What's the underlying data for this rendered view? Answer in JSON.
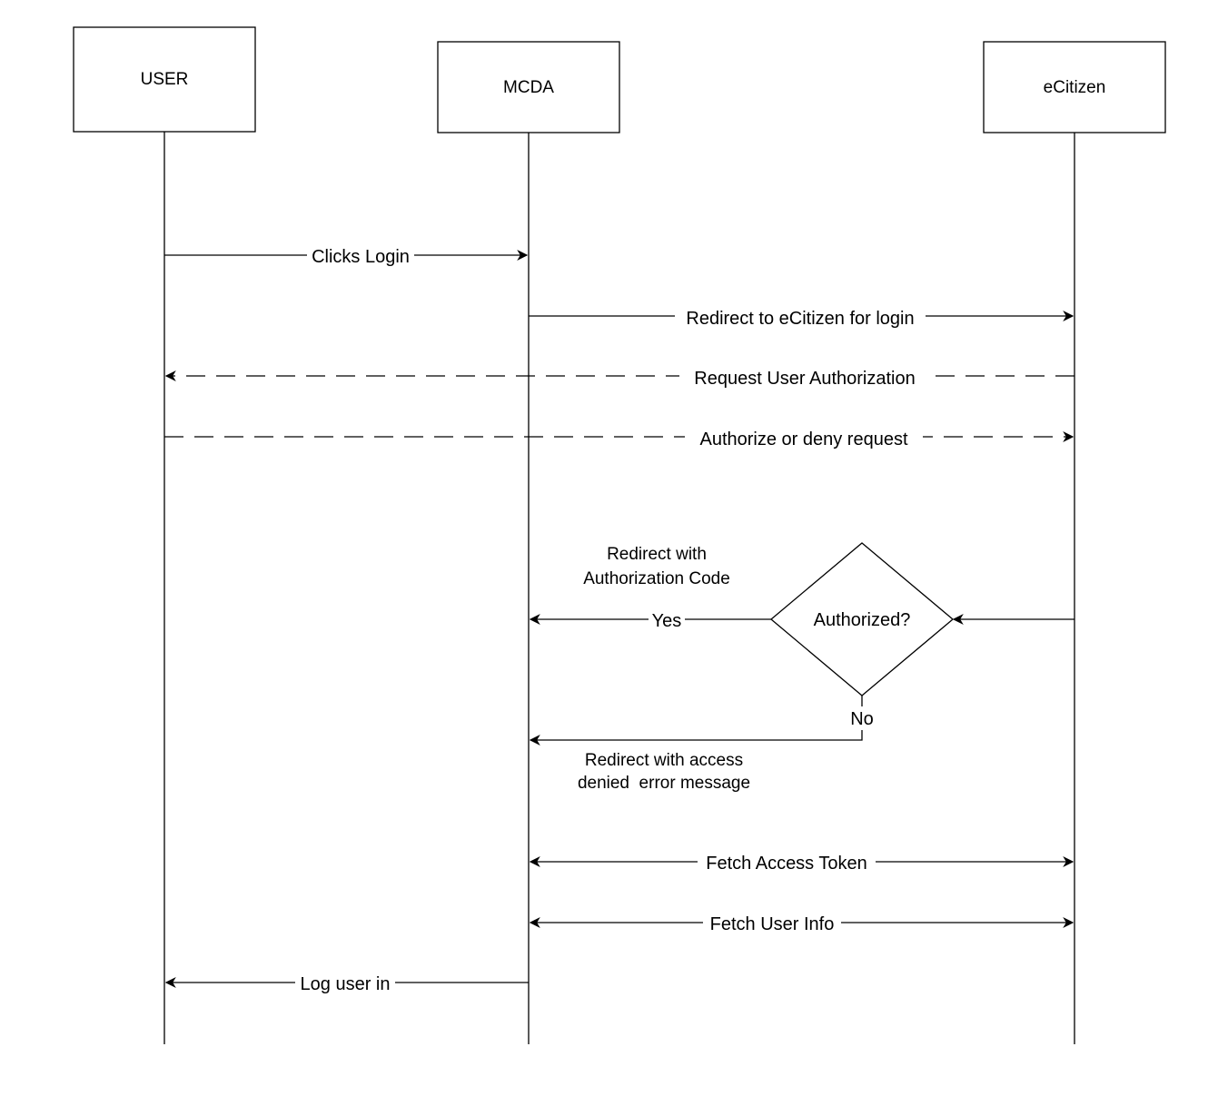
{
  "participants": {
    "user": {
      "label": "USER"
    },
    "mcda": {
      "label": "MCDA"
    },
    "ecitizen": {
      "label": "eCitizen"
    }
  },
  "messages": {
    "clicks_login": "Clicks Login",
    "redirect_ecitizen": "Redirect to eCitizen for login",
    "request_authorization": "Request User Authorization",
    "authorize_or_deny": "Authorize or deny request",
    "yes": "Yes",
    "no": "No",
    "fetch_access_token": "Fetch Access Token",
    "fetch_user_info": "Fetch User Info",
    "log_user_in": "Log user in"
  },
  "decision": {
    "label": "Authorized?"
  },
  "notes": {
    "redirect_with_code": [
      "Redirect with",
      "Authorization Code"
    ],
    "redirect_denied": [
      "Redirect with access",
      "denied  error message"
    ]
  },
  "colors": {
    "line": "#000000",
    "background": "#ffffff"
  }
}
